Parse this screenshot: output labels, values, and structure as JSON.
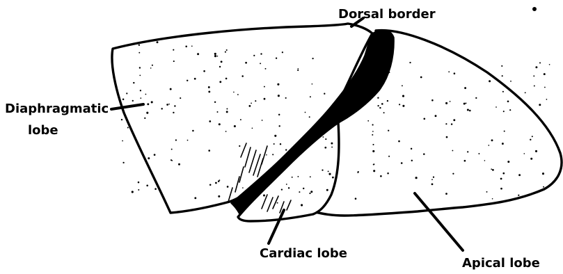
{
  "figure": {
    "labels": {
      "dorsal_border": "Dorsal border",
      "diaphragmatic_line1": "Diaphragmatic",
      "diaphragmatic_line2": "lobe",
      "cardiac": "Cardiac lobe",
      "apical": "Apical lobe"
    }
  }
}
